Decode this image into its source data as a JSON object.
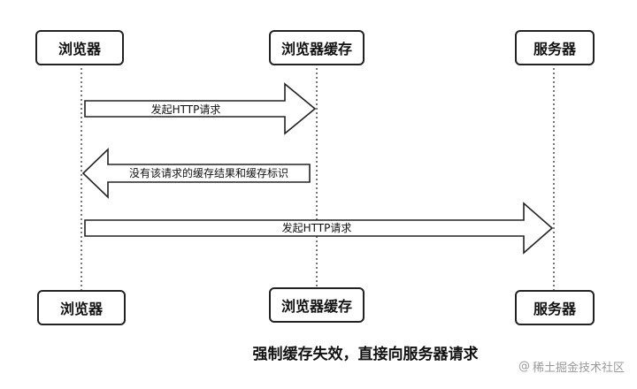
{
  "participants": [
    {
      "name": "浏览器"
    },
    {
      "name": "浏览器缓存"
    },
    {
      "name": "服务器"
    }
  ],
  "messages": [
    {
      "label": "发起HTTP请求",
      "from": "浏览器",
      "to": "浏览器缓存"
    },
    {
      "label": "没有该请求的缓存结果和缓存标识",
      "from": "浏览器缓存",
      "to": "浏览器"
    },
    {
      "label": "发起HTTP请求",
      "from": "浏览器",
      "to": "服务器"
    }
  ],
  "caption": "强制缓存失效，直接向服务器请求",
  "watermark": {
    "icon": "at-sign-icon",
    "text": "稀土掘金技术社区"
  }
}
